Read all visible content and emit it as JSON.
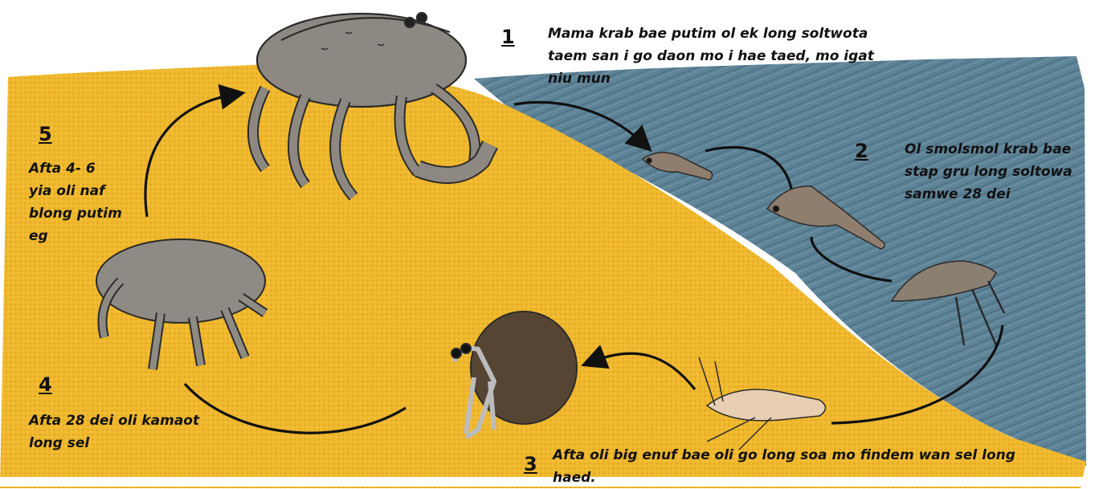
{
  "diagram": {
    "steps": [
      {
        "number": "1",
        "text": "Mama krab bae putim ol ek long soltwota\ntaem san i go daon mo i hae taed, mo igat\nniu mun"
      },
      {
        "number": "2",
        "text": "Ol smolsmol krab bae\nstap gru long soltowa\nsamwe 28 dei"
      },
      {
        "number": "3",
        "text": "Afta oli big enuf bae oli go long soa mo findem wan sel long\nhaed."
      },
      {
        "number": "4",
        "text": "Afta 28 dei oli kamaot\nlong sel"
      },
      {
        "number": "5",
        "text": "Afta 4- 6\nyia oli naf\nblong putim\neg"
      }
    ],
    "colors": {
      "sand": "#eeb62c",
      "sea": "#5b7f93",
      "crab": "#8e8a84",
      "shell": "#574534",
      "arrow": "#111111"
    }
  }
}
